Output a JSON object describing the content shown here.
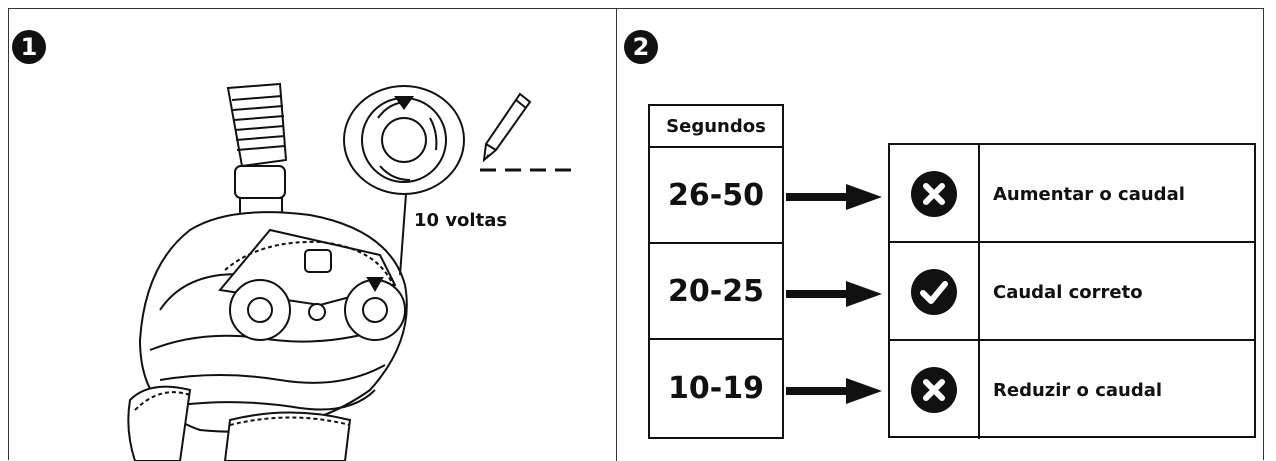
{
  "steps": {
    "one": "1",
    "two": "2"
  },
  "panel1": {
    "turns_label": "10 voltas"
  },
  "panel2": {
    "seconds_header": "Segundos",
    "rows": [
      {
        "range": "26-50",
        "result": "Aumentar o caudal",
        "status": "x-icon"
      },
      {
        "range": "20-25",
        "result": "Caudal correto",
        "status": "check-icon"
      },
      {
        "range": "10-19",
        "result": "Reduzir o caudal",
        "status": "x-icon"
      }
    ]
  },
  "colors": {
    "ink": "#111111",
    "background": "#ffffff"
  }
}
